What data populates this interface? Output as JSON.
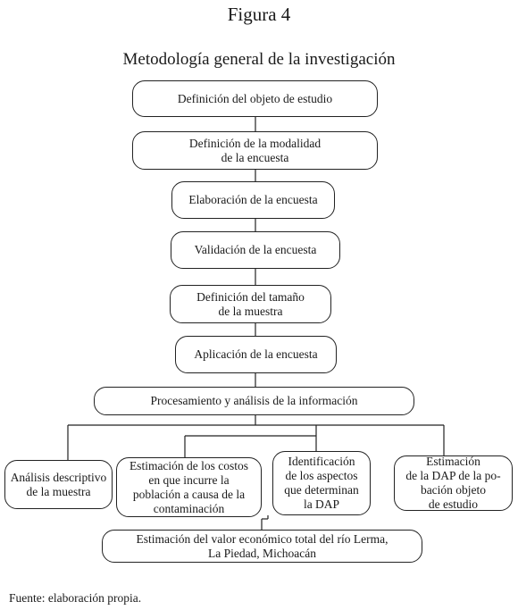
{
  "figure_label": "Figura 4",
  "title": "Metodología general de la investigación",
  "steps": [
    "Definición del objeto de estudio",
    "Definición de la modalidad\nde la encuesta",
    "Elaboración de la encuesta",
    "Validación de la encuesta",
    "Definición del tamaño\nde la muestra",
    "Aplicación de la encuesta",
    "Procesamiento y análisis de la información"
  ],
  "branches": [
    "Análisis descriptivo\nde la muestra",
    "Estimación de los costos\nen que incurre la\npoblación a causa de la\ncontaminación",
    "Identificación\nde los aspectos\nque determinan\nla DAP",
    "Estimación\nde la DAP de la po-\nbación objeto\nde estudio"
  ],
  "final": "Estimación del valor económico total del río Lerma,\nLa Piedad, Michoacán",
  "source": "Fuente: elaboración propia."
}
